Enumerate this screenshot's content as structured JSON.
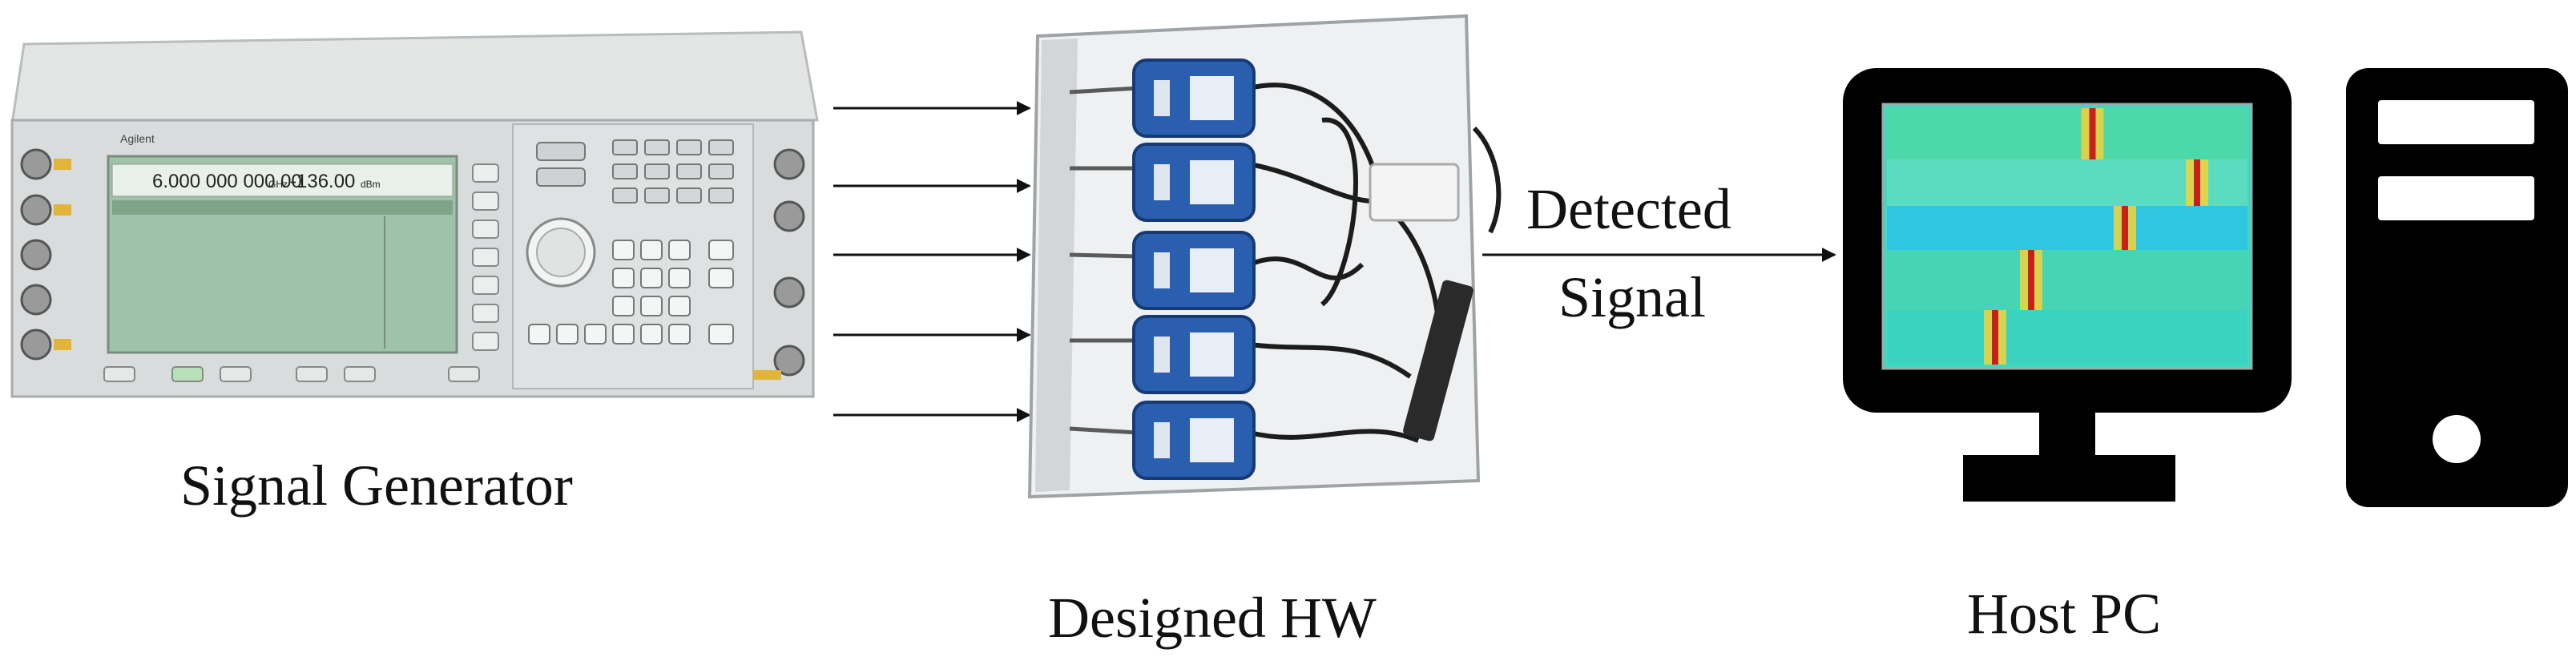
{
  "signal_generator": {
    "label": "Signal Generator",
    "brand": "Agilent",
    "frequency_readout": "6.000 000 000 00",
    "frequency_unit": "GHz",
    "amplitude_readout": "-136.00",
    "amplitude_unit": "dBm"
  },
  "designed_hw": {
    "label": "Designed HW",
    "module_count": 5
  },
  "connection": {
    "label_line1": "Detected",
    "label_line2": "Signal",
    "input_arrow_count": 5
  },
  "host_pc": {
    "label": "Host PC",
    "spectrogram_bands": [
      {
        "band": 1,
        "peak_position": 0.57
      },
      {
        "band": 2,
        "peak_position": 0.86
      },
      {
        "band": 3,
        "peak_position": 0.66
      },
      {
        "band": 4,
        "peak_position": 0.4
      },
      {
        "band": 5,
        "peak_position": 0.3
      }
    ]
  },
  "colors": {
    "ink": "#111111",
    "instrument_body": "#d9dcdc",
    "lcd_screen": "#9fc3a8",
    "module_blue": "#2a5fb0",
    "spectrogram_base": "#3fd9c0",
    "spectrogram_peak": "#c8201c"
  }
}
